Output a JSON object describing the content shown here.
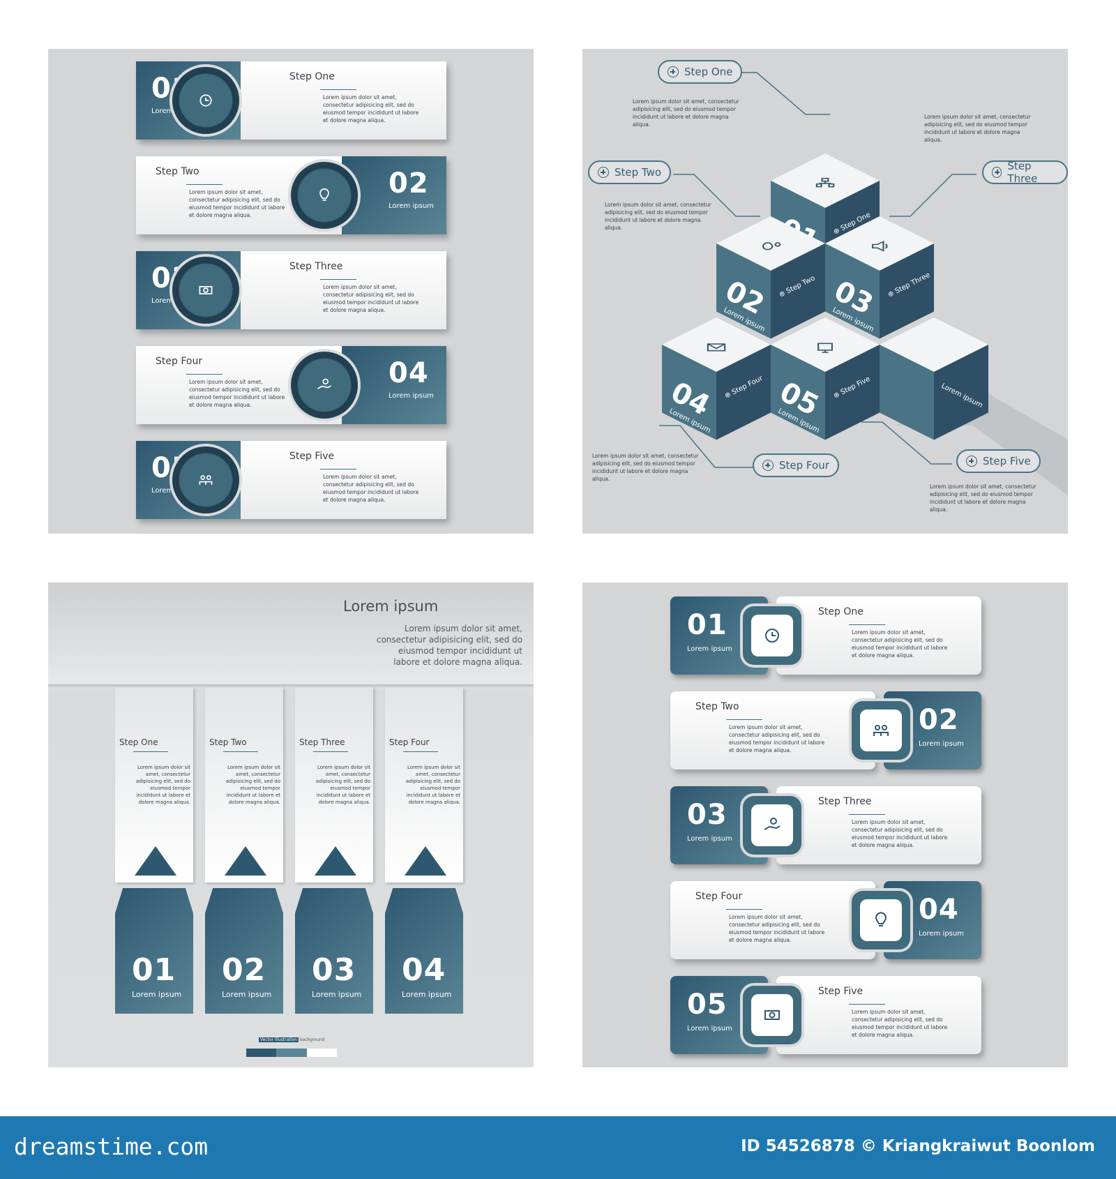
{
  "lorem_short": "Lorem ipsum",
  "lorem_long": "Lorem ipsum dolor sit amet, consectetur adipisicing elit, sed do eiusmod tempor incididunt ut labore et dolore magna aliqua.",
  "colors": {
    "teal_dark": "#2e5870",
    "teal_light": "#5a8595",
    "panel_bg": "#d3d5d7",
    "footer": "#1e79b2"
  },
  "panel1": {
    "steps": [
      {
        "num": "01",
        "title": "Step One",
        "icon": "clock-icon"
      },
      {
        "num": "02",
        "title": "Step Two",
        "icon": "lightbulb-icon"
      },
      {
        "num": "03",
        "title": "Step Three",
        "icon": "money-icon"
      },
      {
        "num": "04",
        "title": "Step Four",
        "icon": "hand-coin-icon"
      },
      {
        "num": "05",
        "title": "Step Five",
        "icon": "people-icon"
      }
    ]
  },
  "panel2": {
    "steps": [
      {
        "num": "01",
        "title": "Step One",
        "cube_label": "Step One",
        "icon": "network-icon"
      },
      {
        "num": "02",
        "title": "Step Two",
        "cube_label": "Step Two",
        "icon": "gears-icon"
      },
      {
        "num": "03",
        "title": "Step Three",
        "cube_label": "Step Three",
        "icon": "megaphone-icon"
      },
      {
        "num": "04",
        "title": "Step Four",
        "cube_label": "Step Four",
        "icon": "envelope-icon"
      },
      {
        "num": "05",
        "title": "Step Five",
        "cube_label": "Step Five",
        "icon": "monitor-icon"
      }
    ]
  },
  "panel3": {
    "heading": "Lorem ipsum",
    "steps": [
      {
        "num": "01",
        "title": "Step One"
      },
      {
        "num": "02",
        "title": "Step Two"
      },
      {
        "num": "03",
        "title": "Step Three"
      },
      {
        "num": "04",
        "title": "Step Four"
      }
    ],
    "caption_left": "Vector illustration",
    "caption_right": "background"
  },
  "panel4": {
    "steps": [
      {
        "num": "01",
        "title": "Step One",
        "icon": "clock-icon"
      },
      {
        "num": "02",
        "title": "Step Two",
        "icon": "people-icon"
      },
      {
        "num": "03",
        "title": "Step Three",
        "icon": "hand-coin-icon"
      },
      {
        "num": "04",
        "title": "Step Four",
        "icon": "lightbulb-icon"
      },
      {
        "num": "05",
        "title": "Step Five",
        "icon": "money-icon"
      }
    ]
  },
  "footer": {
    "logo": "dreamstime.com",
    "credit": "ID 54526878 © Kriangkraiwut Boonlom"
  }
}
